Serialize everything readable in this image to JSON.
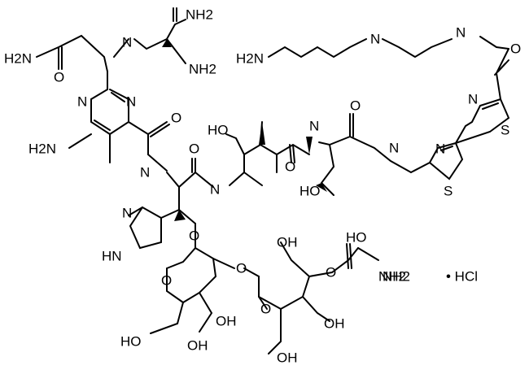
{
  "molecule": {
    "salt_label": "• HCl"
  },
  "atom_labels": [
    {
      "id": "a1",
      "text": "H2N"
    },
    {
      "id": "a2",
      "text": "N"
    },
    {
      "id": "a3",
      "text": "NH2"
    },
    {
      "id": "a4",
      "text": "NH2"
    },
    {
      "id": "a5",
      "text": "O"
    },
    {
      "id": "a6",
      "text": "N"
    },
    {
      "id": "a7",
      "text": "N"
    },
    {
      "id": "a8",
      "text": "H2N"
    },
    {
      "id": "a9",
      "text": "O"
    },
    {
      "id": "a10",
      "text": "N"
    },
    {
      "id": "a11",
      "text": "O"
    },
    {
      "id": "a12",
      "text": "N"
    },
    {
      "id": "a13",
      "text": "HN"
    },
    {
      "id": "a14",
      "text": "O"
    },
    {
      "id": "a15",
      "text": "O"
    },
    {
      "id": "a16",
      "text": "OH"
    },
    {
      "id": "a17",
      "text": "HO"
    },
    {
      "id": "a18",
      "text": "OH"
    },
    {
      "id": "a19",
      "text": "O"
    },
    {
      "id": "a20",
      "text": "O"
    },
    {
      "id": "a21",
      "text": "O"
    },
    {
      "id": "a22",
      "text": "NH2"
    },
    {
      "id": "a23",
      "text": "OH"
    },
    {
      "id": "a24",
      "text": "HO"
    },
    {
      "id": "a25",
      "text": "OH"
    },
    {
      "id": "a26",
      "text": "OH"
    },
    {
      "id": "a27",
      "text": "HO"
    },
    {
      "id": "a28",
      "text": "N"
    },
    {
      "id": "a29",
      "text": "O"
    },
    {
      "id": "a30",
      "text": "HO"
    },
    {
      "id": "a31",
      "text": "N"
    },
    {
      "id": "a32",
      "text": "O"
    },
    {
      "id": "a33",
      "text": "N"
    },
    {
      "id": "a34",
      "text": "N"
    },
    {
      "id": "a35",
      "text": "S"
    },
    {
      "id": "a36",
      "text": "N"
    },
    {
      "id": "a37",
      "text": "S"
    },
    {
      "id": "a38",
      "text": "N"
    },
    {
      "id": "a39",
      "text": "O"
    },
    {
      "id": "a40",
      "text": "H2N"
    },
    {
      "id": "a41",
      "text": "N"
    },
    {
      "id": "a42",
      "text": "NH2"
    }
  ]
}
